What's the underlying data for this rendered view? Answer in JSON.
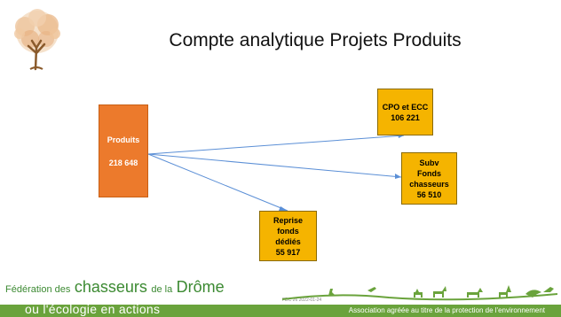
{
  "slide": {
    "title": "Compte analytique Projets Produits"
  },
  "diagram": {
    "source": {
      "label": "Produits",
      "value": "218 648",
      "color": "#ec7a2c"
    },
    "targets": [
      {
        "id": "cpo",
        "label": "CPO et ECC",
        "value": "106 221",
        "color": "#f5b400"
      },
      {
        "id": "subv",
        "label": "Subv Fonds chasseurs",
        "value": "56 510",
        "color": "#f5b400"
      },
      {
        "id": "reprise",
        "label": "Reprise fonds dédiés",
        "value": "55 917",
        "color": "#f5b400"
      }
    ],
    "connector_color": "#5b8fd6"
  },
  "footer": {
    "federation_prefix": "Fédération des",
    "federation_main": "chasseurs",
    "federation_mid": "de la",
    "federation_region": "Drôme",
    "slogan": "ou l'écologie en actions",
    "association": "Association agréée au titre de la protection de l'environnement",
    "code": "FDC 26 2022-01-24",
    "brand_color": "#6aa33c"
  },
  "icons": [
    "tree-logo-icon",
    "wildlife-silhouettes-icon"
  ]
}
